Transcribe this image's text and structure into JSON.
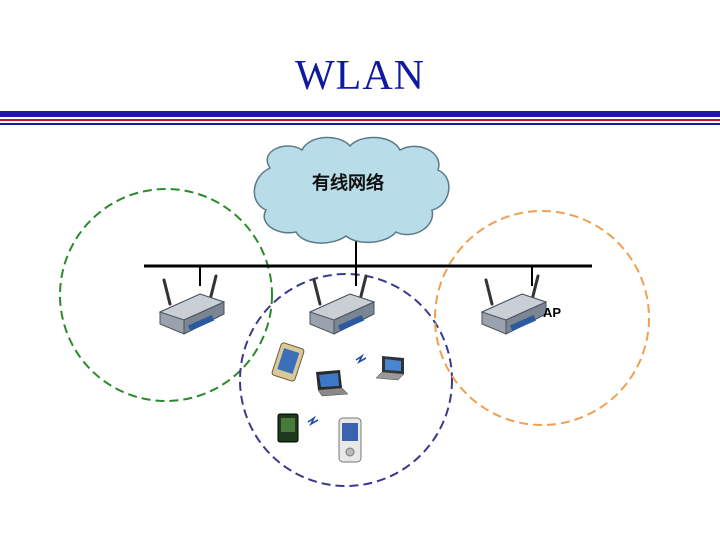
{
  "title": "WLAN",
  "cloud": {
    "label": "有线网络"
  },
  "access_point_label": "AP",
  "colors": {
    "title": "#0f1a9e",
    "coverage_left": "#2a8a2a",
    "coverage_middle": "#3a3a8c",
    "coverage_right": "#f0a050",
    "cloud_fill": "#b9dde8"
  },
  "icons": [
    "access-point-icon",
    "tablet-icon",
    "laptop-icon",
    "pda-icon",
    "smartphone-icon",
    "wireless-signal-icon"
  ]
}
